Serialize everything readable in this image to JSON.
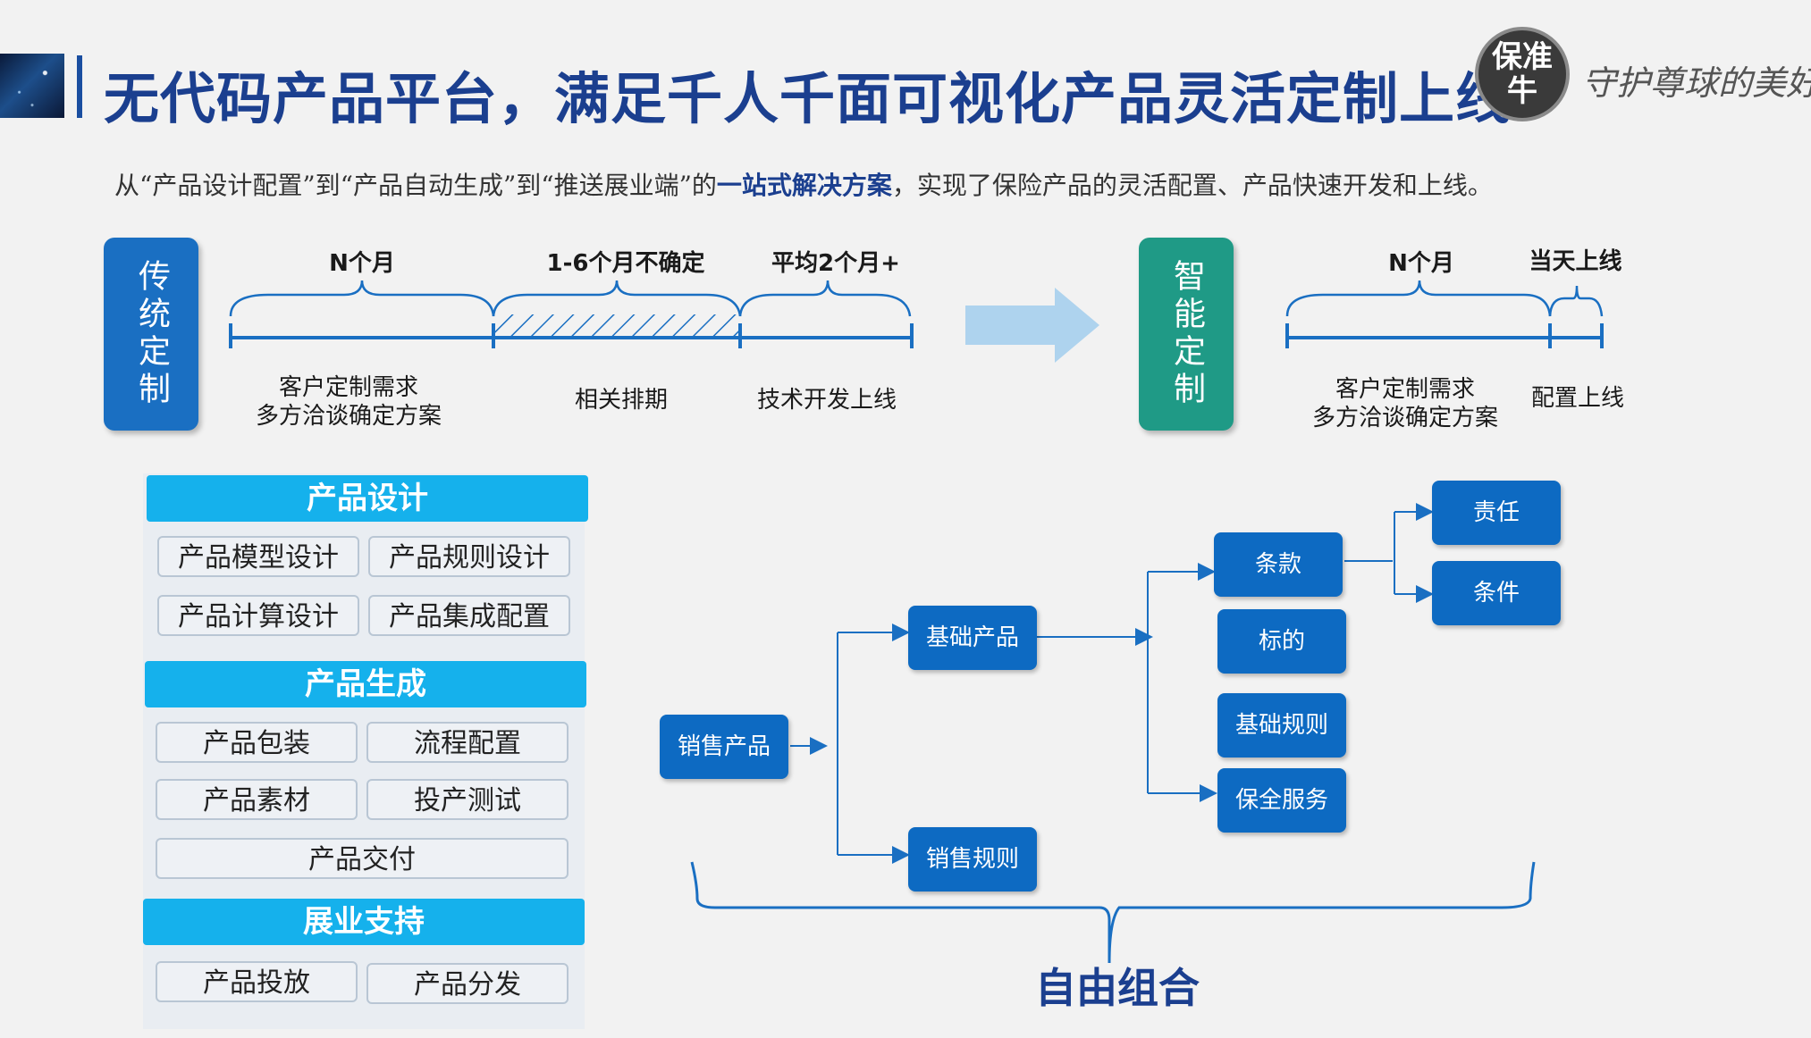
{
  "header": {
    "title": "无代码产品平台，满足千人千面可视化产品灵活定制上线",
    "logo_text": "保准牛",
    "slogan": "守护尊球的美好"
  },
  "subtitle": {
    "prefix": "从“产品设计配置”到“产品自动生成”到“推送展业端”的",
    "highlight": "一站式解决方案",
    "suffix": "，实现了保险产品的灵活配置、产品快速开发和上线。"
  },
  "traditional": {
    "label": "传统定制",
    "durations": [
      "N个月",
      "1-6个月不确定",
      "平均2个月+"
    ],
    "stages": [
      {
        "line1": "客户定制需求",
        "line2": "多方洽谈确定方案"
      },
      {
        "line1": "相关排期",
        "line2": ""
      },
      {
        "line1": "技术开发上线",
        "line2": ""
      }
    ]
  },
  "smart": {
    "label": "智能定制",
    "durations": [
      "N个月",
      "当天上线"
    ],
    "stages": [
      {
        "line1": "客户定制需求",
        "line2": "多方洽谈确定方案"
      },
      {
        "line1": "配置上线",
        "line2": ""
      }
    ]
  },
  "sections": [
    {
      "title": "产品设计",
      "items": [
        "产品模型设计",
        "产品规则设计",
        "产品计算设计",
        "产品集成配置"
      ]
    },
    {
      "title": "产品生成",
      "items": [
        "产品包装",
        "流程配置",
        "产品素材",
        "投产测试",
        "产品交付"
      ]
    },
    {
      "title": "展业支持",
      "items": [
        "产品投放",
        "产品分发"
      ]
    }
  ],
  "flow": {
    "root": "销售产品",
    "level1": [
      "基础产品",
      "销售规则"
    ],
    "level2": [
      "条款",
      "标的",
      "基础规则",
      "保全服务"
    ],
    "level3": [
      "责任",
      "条件"
    ],
    "caption": "自由组合"
  },
  "colors": {
    "title": "#1b3f8f",
    "traditional_box": "#1a6fc2",
    "smart_box": "#1f9a86",
    "section_head": "#15b1ec",
    "node": "#0d6ac2",
    "line": "#1a6fc2"
  }
}
